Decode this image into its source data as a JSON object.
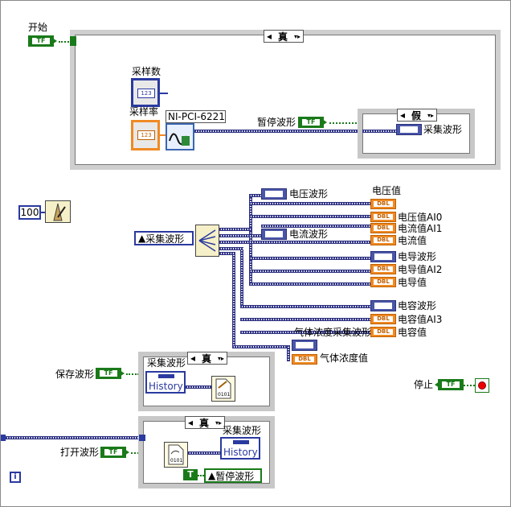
{
  "labels": {
    "start": "开始",
    "sample_count": "采样数",
    "sample_rate": "采样率",
    "device": "NI-PCI-6221",
    "pause_waveform": "暂停波形",
    "collect_waveform": "采集波形",
    "case_true": "真",
    "case_false": "假",
    "voltage_waveform": "电压波形",
    "voltage_value_header": "电压值",
    "voltage_ai0": "电压值AI0",
    "current_ai1": "电流值AI1",
    "current_waveform": "电流波形",
    "current_value": "电流值",
    "conductance_waveform": "电导波形",
    "conductance_ai2": "电导值AI2",
    "conductance_value": "电导值",
    "capacitance_waveform": "电容波形",
    "capacitance_ai3": "电容值AI3",
    "capacitance_value": "电容值",
    "gas_waveform": "气体浓度采集波形",
    "gas_value": "气体浓度值",
    "save_waveform": "保存波形",
    "open_waveform": "打开波形",
    "stop": "停止",
    "history": "History",
    "wait_value": "100",
    "ref_collect": "采集波形",
    "ref_pause": "暂停波形",
    "tf": "TF",
    "dbl": "DBL",
    "num123": "123",
    "t_const": "T",
    "info": "i",
    "file_code": "0101"
  },
  "icons": [
    "metronome-icon",
    "waveform-graph-icon",
    "daq-express-icon",
    "write-file-icon",
    "read-file-icon",
    "stop-button-icon",
    "waveform-split-icon"
  ],
  "colors": {
    "boolean": "#1a7a1a",
    "numeric": "#f08a24",
    "waveform": "#3b3f8e",
    "structure": "#c8c8c8"
  }
}
